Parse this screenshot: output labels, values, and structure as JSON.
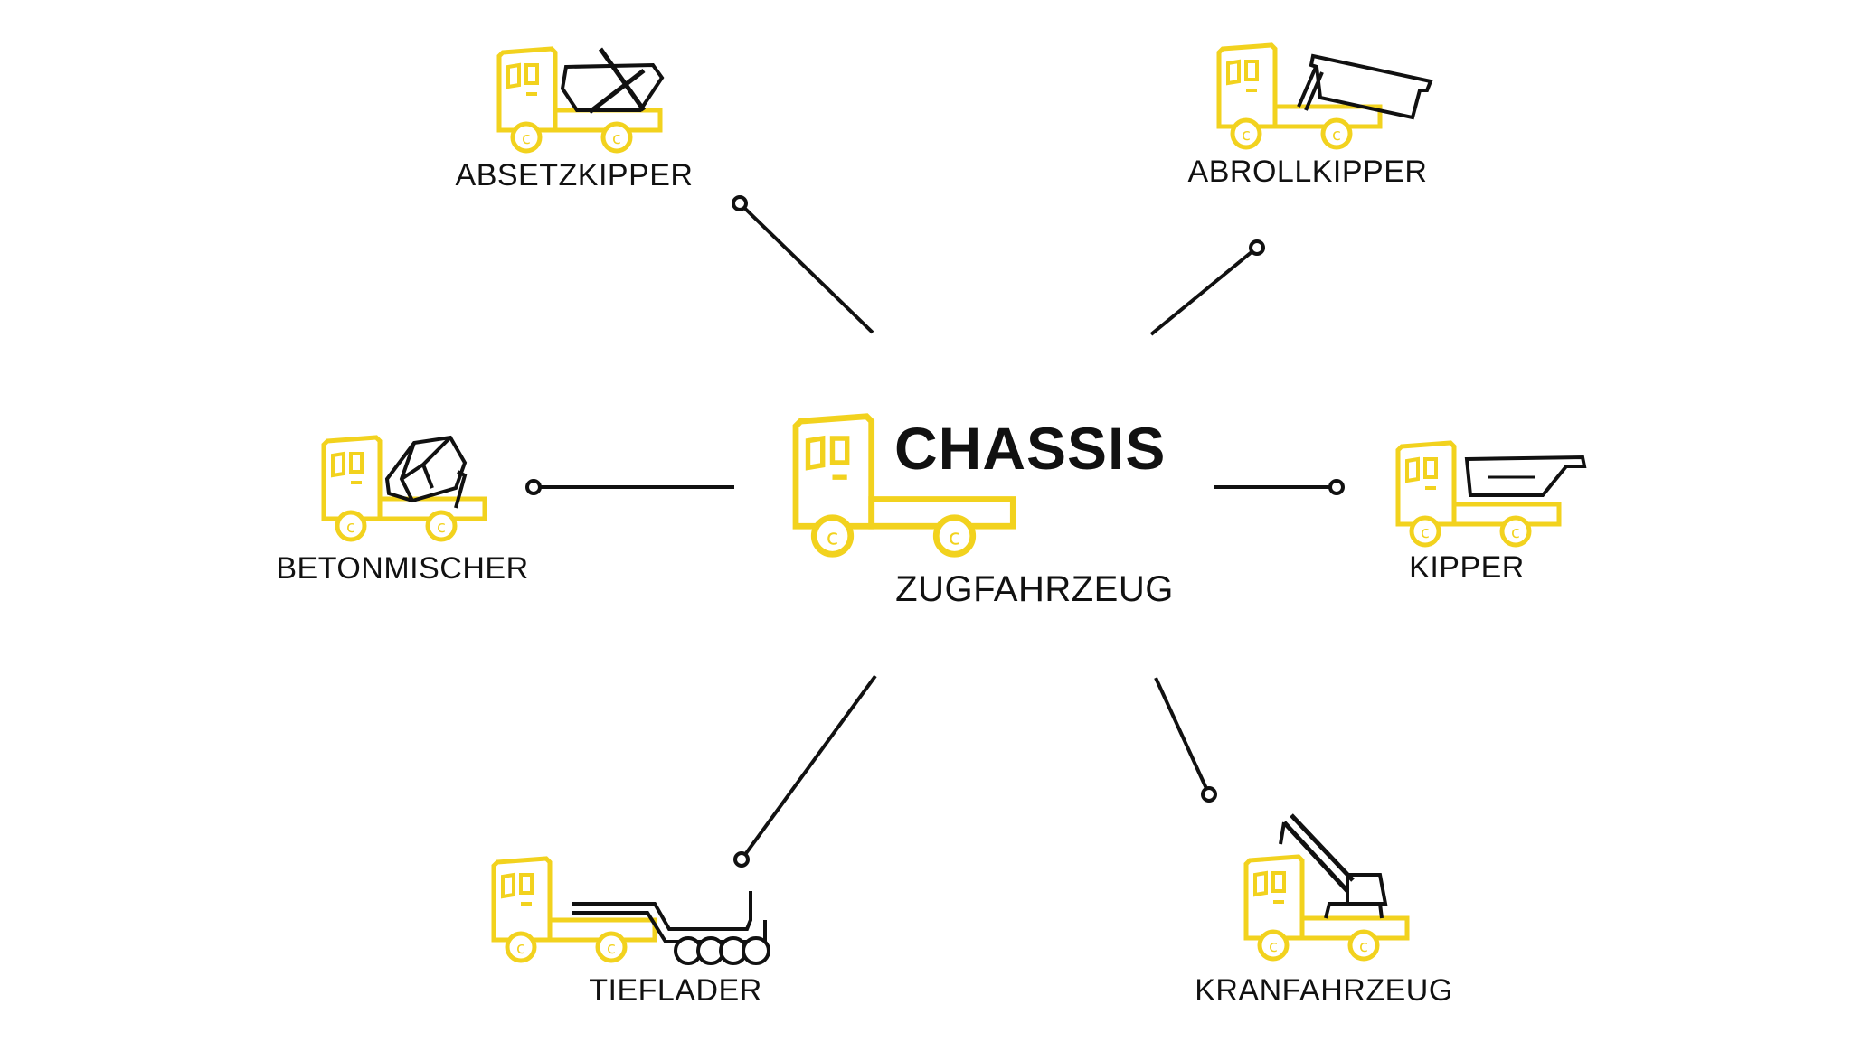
{
  "center": {
    "title": "CHASSIS",
    "subtitle": "ZUGFAHRZEUG"
  },
  "vehicles": [
    {
      "label": "ABSETZKIPPER"
    },
    {
      "label": "ABROLLKIPPER"
    },
    {
      "label": "BETONMISCHER"
    },
    {
      "label": "KIPPER"
    },
    {
      "label": "TIEFLADER"
    },
    {
      "label": "KRANFAHRZEUG"
    }
  ],
  "colors": {
    "truck": "#f2d21e",
    "body": "#111111",
    "connector": "#111111",
    "background": "#ffffff"
  }
}
